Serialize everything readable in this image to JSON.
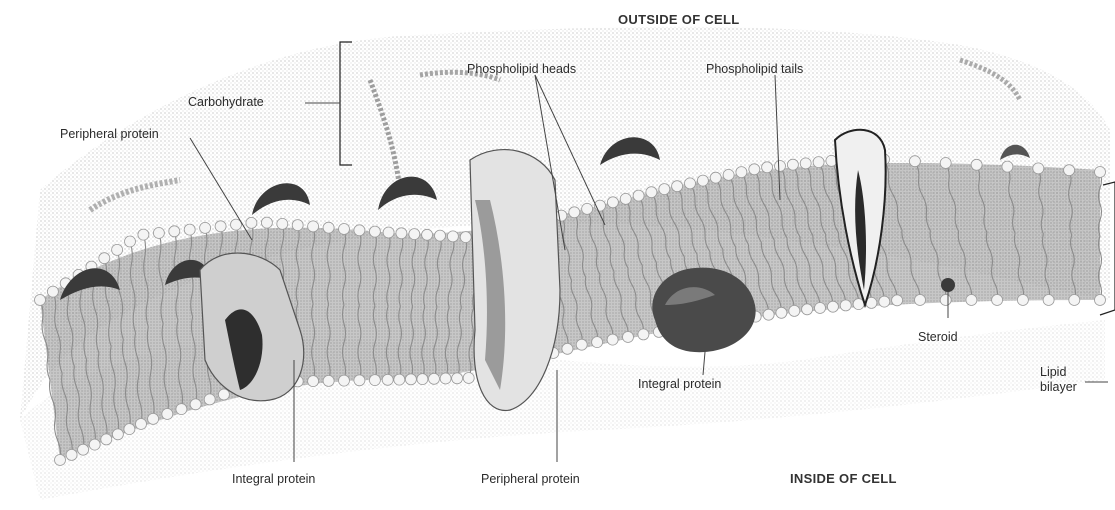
{
  "headings": {
    "outside": "OUTSIDE OF CELL",
    "inside": "INSIDE OF CELL"
  },
  "labels": {
    "carbohydrate": "Carbohydrate",
    "peripheral_protein_top": "Peripheral protein",
    "phospholipid_heads": "Phospholipid heads",
    "phospholipid_tails": "Phospholipid tails",
    "integral_protein_middle": "Integral protein",
    "steroid": "Steroid",
    "lipid": "Lipid",
    "bilayer": "bilayer",
    "integral_protein_bottom": "Integral protein",
    "peripheral_protein_bottom": "Peripheral protein"
  },
  "colors": {
    "head": "#f4f4f4",
    "head_stroke": "#9a9a9a",
    "tail": "#8c8c8c",
    "protein_dark": "#3e3e3e",
    "protein_mid": "#6e6e6e",
    "protein_light": "#bdbdbd",
    "leader": "#444444",
    "stipple": "#d0d0d0"
  }
}
